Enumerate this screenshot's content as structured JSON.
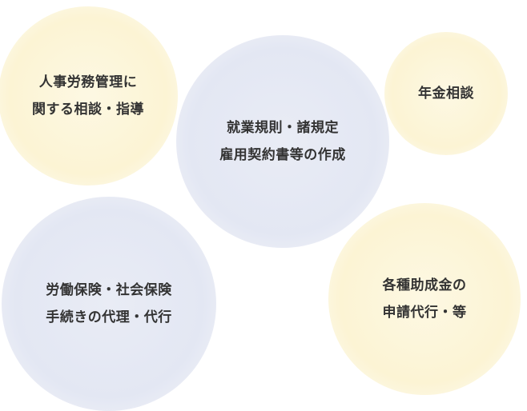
{
  "bubbles": {
    "labor_consultation": {
      "line1": "人事労務管理に",
      "line2": "関する相談・指導",
      "color": "#fcf4d4"
    },
    "work_rules": {
      "line1": "就業規則・諸規定",
      "line2": "雇用契約書等の作成",
      "color": "#e3e7f3"
    },
    "pension": {
      "line1": "年金相談",
      "color": "#fcf4d4"
    },
    "insurance": {
      "line1": "労働保険・社会保険",
      "line2": "手続きの代理・代行",
      "color": "#e3e7f3"
    },
    "subsidies": {
      "line1": "各種助成金の",
      "line2": "申請代行・等",
      "color": "#fcf4d4"
    }
  }
}
